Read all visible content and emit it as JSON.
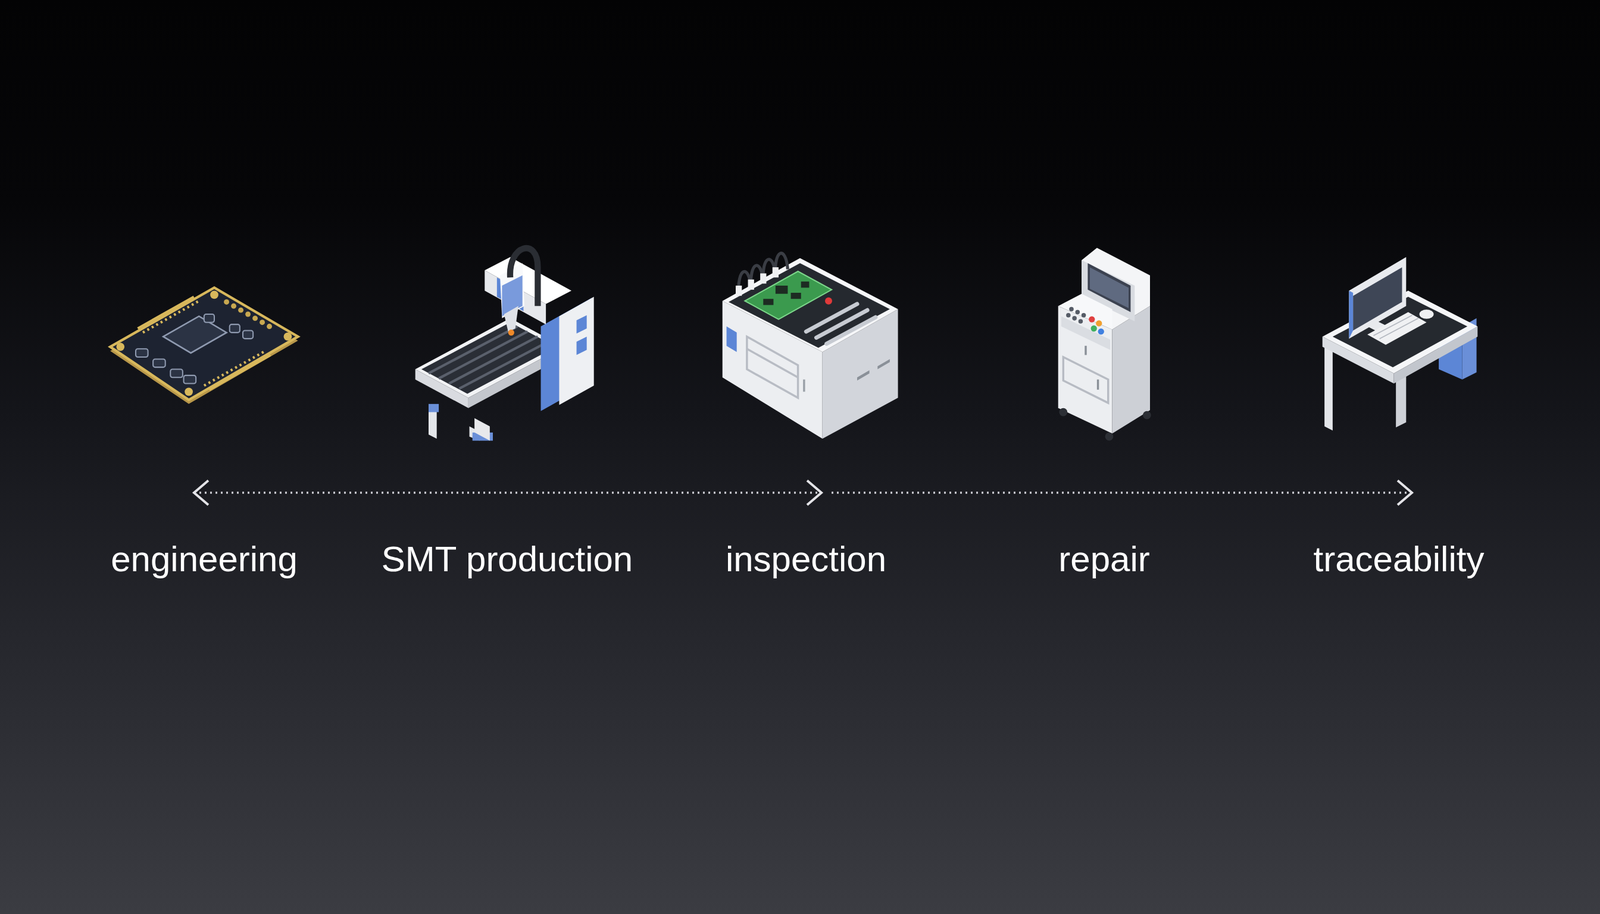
{
  "diagram": {
    "nodes": [
      {
        "text": [
          "engineering"
        ]
      },
      {
        "text": [
          "SMT production"
        ]
      },
      {
        "text": [
          "inspection"
        ]
      },
      {
        "text": [
          "repair"
        ]
      },
      {
        "text": [
          "traceability"
        ]
      }
    ],
    "edges": [
      {
        "from": 0,
        "to": 2,
        "arrow": "both"
      },
      {
        "from": 2,
        "to": 4,
        "arrow": "to"
      }
    ]
  }
}
